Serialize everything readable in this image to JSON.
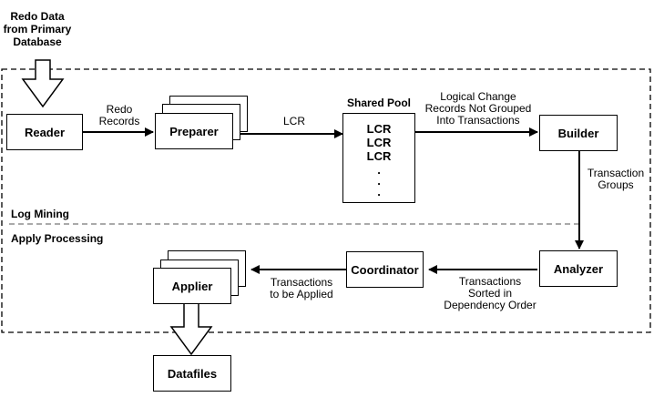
{
  "source": {
    "label": "Redo Data\nfrom Primary\nDatabase"
  },
  "nodes": {
    "reader": "Reader",
    "preparer": "Preparer",
    "builder": "Builder",
    "analyzer": "Analyzer",
    "coordinator": "Coordinator",
    "applier": "Applier",
    "datafiles": "Datafiles"
  },
  "shared_pool": {
    "title": "Shared Pool",
    "items": [
      "LCR",
      "LCR",
      "LCR"
    ],
    "dots": [
      ".",
      ".",
      "."
    ]
  },
  "edges": {
    "redo_records": "Redo\nRecords",
    "lcr": "LCR",
    "logical_change": "Logical Change\nRecords Not Grouped\nInto Transactions",
    "transaction_groups": "Transaction\nGroups",
    "transactions_sorted": "Transactions\nSorted in\nDependency Order",
    "transactions_applied": "Transactions\nto be Applied"
  },
  "regions": {
    "log_mining": "Log Mining",
    "apply_processing": "Apply Processing"
  }
}
